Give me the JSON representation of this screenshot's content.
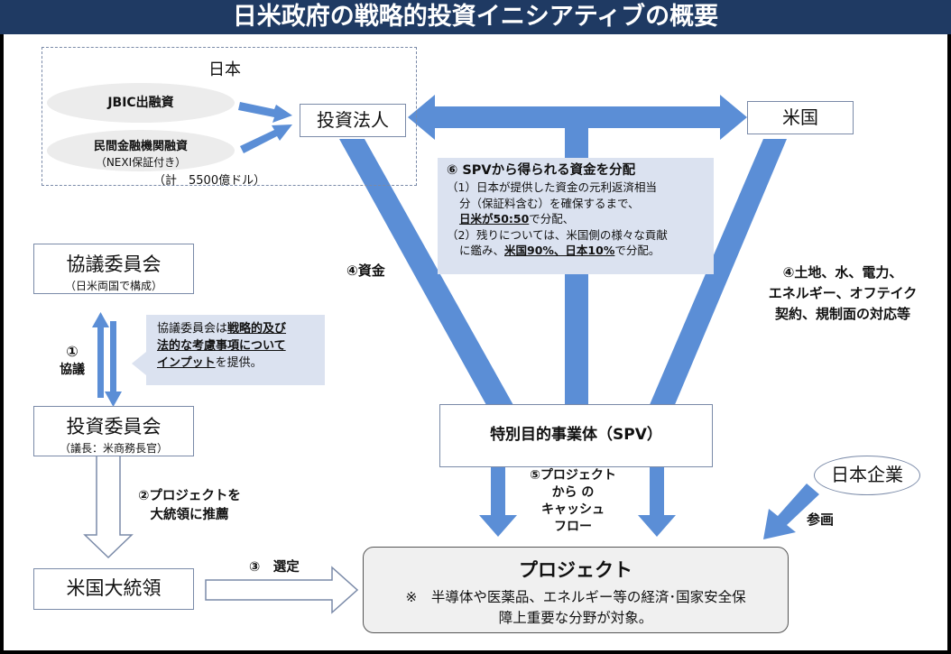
{
  "title": "日米政府の戦略的投資イニシアティブの概要",
  "japan_group": {
    "label": "日本",
    "jbic": "JBIC出融資",
    "private_line1": "民間金融機関融資",
    "private_line2": "（NEXI保証付き）",
    "total": "（計　5500億ドル）"
  },
  "investment_corp": "投資法人",
  "usa": "米国",
  "spv_note": {
    "heading": "⑥ SPVから得られる資金を分配",
    "l1": "（1）日本が提供した資金の元利返済相当",
    "l2": "分（保証料含む）を確保するまで、",
    "l3_u": "日米が50:50",
    "l3_rest": "で分配、",
    "l4": "（2）残りについては、米国側の様々な貢献",
    "l5_a": "に鑑み、",
    "l5_u": "米国90%、日本10%",
    "l5_rest": "で分配。"
  },
  "funds_label": "④資金",
  "us_contrib": {
    "l1": "④土地、水、電力、",
    "l2": "エネルギー、オフテイク",
    "l3": "契約、規制面の対応等"
  },
  "consult_committee": {
    "name": "協議委員会",
    "sub": "（日米両国で構成）"
  },
  "consult_step": {
    "num": "①",
    "label": "協議"
  },
  "consult_note": {
    "a": "協議委員会は",
    "b": "戦略的及び",
    "c": "法的な考慮事項について",
    "d": "インプット",
    "e": "を提供。"
  },
  "invest_committee": {
    "name": "投資委員会",
    "sub": "（議長：米商務長官）"
  },
  "recommend": {
    "l1": "②プロジェクトを",
    "l2": "大統領に推薦"
  },
  "president": "米国大統領",
  "select": "③　選定",
  "spv": "特別目的事業体（SPV）",
  "cashflow": {
    "l1": "⑤プロジェクト",
    "l2": "から の",
    "l3": "キャッシュ",
    "l4": "フロー"
  },
  "jp_companies": "日本企業",
  "participate": "参画",
  "project": {
    "title": "プロジェクト",
    "l1": "※　半導体や医薬品、エネルギー等の経済･国家安全保",
    "l2": "障上重要な分野が対象。"
  },
  "colors": {
    "title_bg": "#1f3a63",
    "arrow": "#5b8ed6",
    "note_bg": "#dbe2f0",
    "ellipse": "#ececec"
  }
}
